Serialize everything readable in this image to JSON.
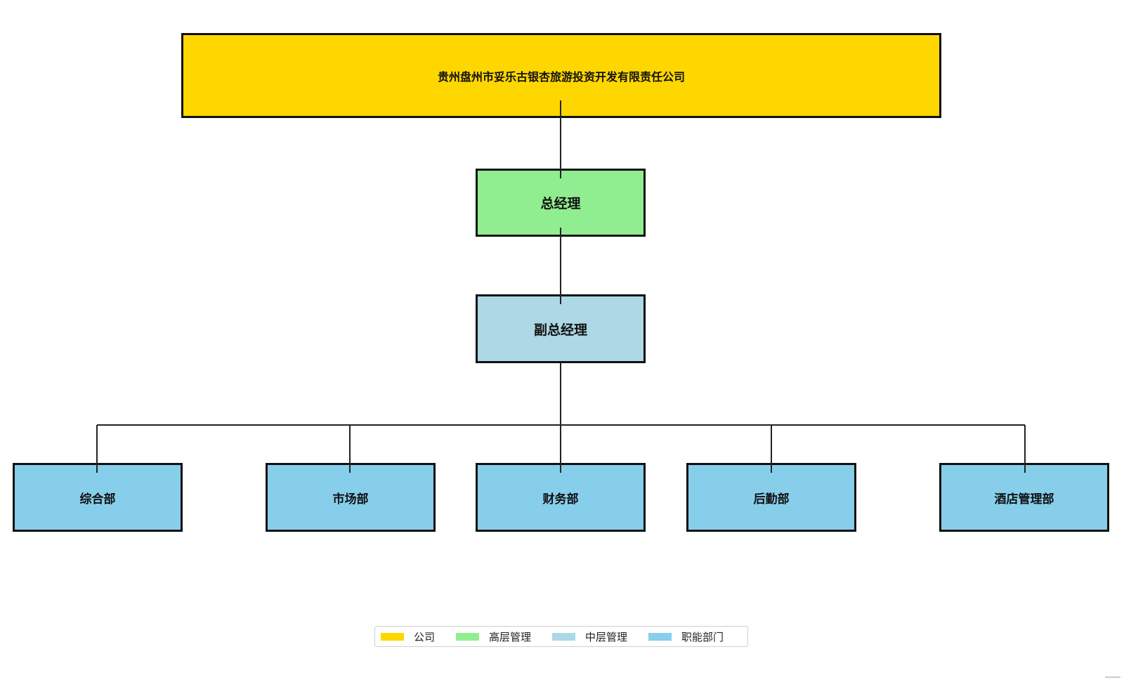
{
  "colors": {
    "company": "#FFD700",
    "senior": "#90EE90",
    "middle": "#ADD8E6",
    "functional": "#87CEEB"
  },
  "org": {
    "company": "贵州盘州市妥乐古银杏旅游投资开发有限责任公司",
    "general_manager": "总经理",
    "deputy_general_manager": "副总经理",
    "departments": [
      "综合部",
      "市场部",
      "财务部",
      "后勤部",
      "酒店管理部"
    ]
  },
  "legend": [
    {
      "label": "公司",
      "color": "#FFD700"
    },
    {
      "label": "高层管理",
      "color": "#90EE90"
    },
    {
      "label": "中层管理",
      "color": "#ADD8E6"
    },
    {
      "label": "职能部门",
      "color": "#87CEEB"
    }
  ]
}
